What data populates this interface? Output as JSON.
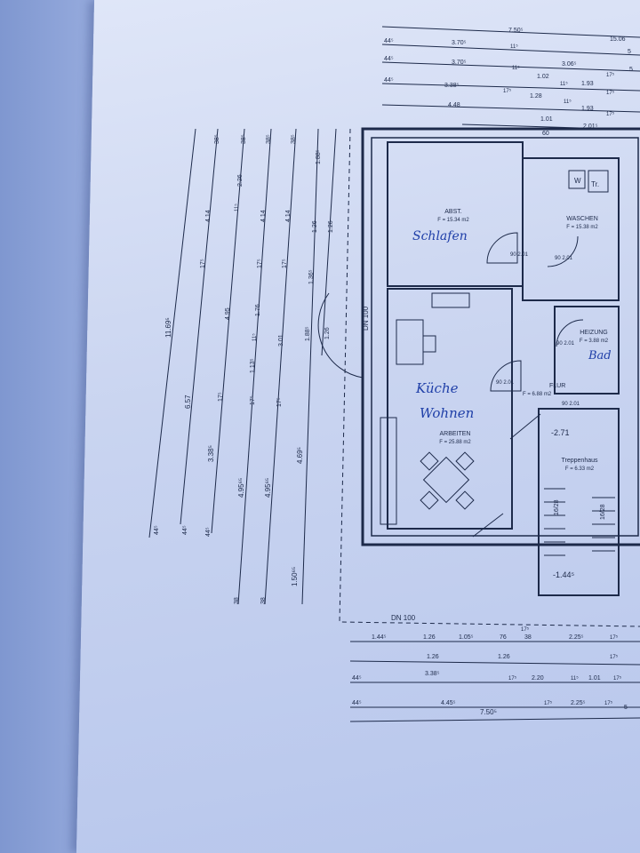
{
  "rooms": {
    "schlafen": {
      "label": "ABST.",
      "area": "F = 15.34 m2",
      "handwritten": "Schlafen"
    },
    "waschen": {
      "label": "WASCHEN",
      "area": "F = 15.38 m2"
    },
    "heizung": {
      "label": "HEIZUNG",
      "area": "F = 3.88 m2",
      "handwritten": "Bad"
    },
    "flur": {
      "label": "FLUR",
      "area": "F = 6.88 m2"
    },
    "kueche": {
      "label": "ARBEITEN",
      "area": "F = 25.88 m2",
      "handwritten_1": "Küche",
      "handwritten_2": "Wohnen"
    },
    "treppenhaus": {
      "label": "Treppenhaus",
      "area": "F = 6.33 m2",
      "level_1": "-2.71",
      "level_2": "-1.44⁵"
    }
  },
  "fixtures": {
    "w": "W",
    "tr": "Tr.",
    "dn_vertical": "DN 100",
    "dn_horizontal": "DN 100",
    "stair_1": "16/28",
    "stair_2": "16/28"
  },
  "doors": {
    "d1": "90\n2.01",
    "d2": "90\n2.01",
    "d3": "90\n2.01",
    "d4": "90\n2.01",
    "d5": "90\n2.01"
  },
  "dim_top": {
    "r1": [
      "7.50⁵",
      "15.06"
    ],
    "r2": [
      "44⁵",
      "3.70⁵",
      "11⁵",
      "5"
    ],
    "r3": [
      "44⁵",
      "3.70⁵",
      "11⁵",
      "3.06⁵",
      "17⁵",
      "5"
    ],
    "r4": [
      "44⁵",
      "3.38⁵",
      "17⁵",
      "1.28",
      "11⁵",
      "1.93",
      "17⁵"
    ],
    "r5": [
      "4.48",
      "1.02",
      "11⁵",
      "1.93",
      "17⁵"
    ],
    "r6": [
      "1.01",
      "60",
      "2.01⁵"
    ]
  },
  "dim_left": {
    "c1": [
      "11.69⁵",
      "44⁵"
    ],
    "c2": [
      "6.57",
      "44⁵"
    ],
    "c3": [
      "38⁵",
      "4.14",
      "17⁵",
      "4.95",
      "17⁵",
      "3.38⁵",
      "44⁵"
    ],
    "c4": [
      "38⁵",
      "2.26",
      "11⁵",
      "1.13⁵",
      "17⁵",
      "4.95⁶⁵",
      "38"
    ],
    "c5": [
      "38⁵",
      "4.14",
      "17⁵",
      "1.76",
      "11⁵",
      "4.95⁶⁵",
      "38"
    ],
    "c6": [
      "38⁵",
      "4.14",
      "17⁵",
      "3.01",
      "17⁵",
      "1.50⁶⁵"
    ],
    "c7": [
      "1.88⁵",
      "1.26",
      "1.36⁵",
      "1.88⁵",
      "4.69⁵"
    ],
    "c8": [
      "1.26",
      "1.26"
    ]
  },
  "dim_bottom": {
    "r1": [
      "1.44⁵",
      "1.26",
      "1.05⁵",
      "76",
      "38",
      "2.25⁵",
      "17⁵"
    ],
    "r2": [
      "17⁵",
      "1.26",
      "1.26",
      "17⁵"
    ],
    "r3": [
      "44⁵",
      "3.38⁵",
      "17⁵",
      "2.20",
      "11⁵",
      "1.01",
      "17⁵"
    ],
    "r4": [
      "44⁵",
      "4.45⁵",
      "17⁵",
      "2.25⁵",
      "17⁵"
    ],
    "r5": [
      "7.50⁵",
      "5"
    ]
  }
}
